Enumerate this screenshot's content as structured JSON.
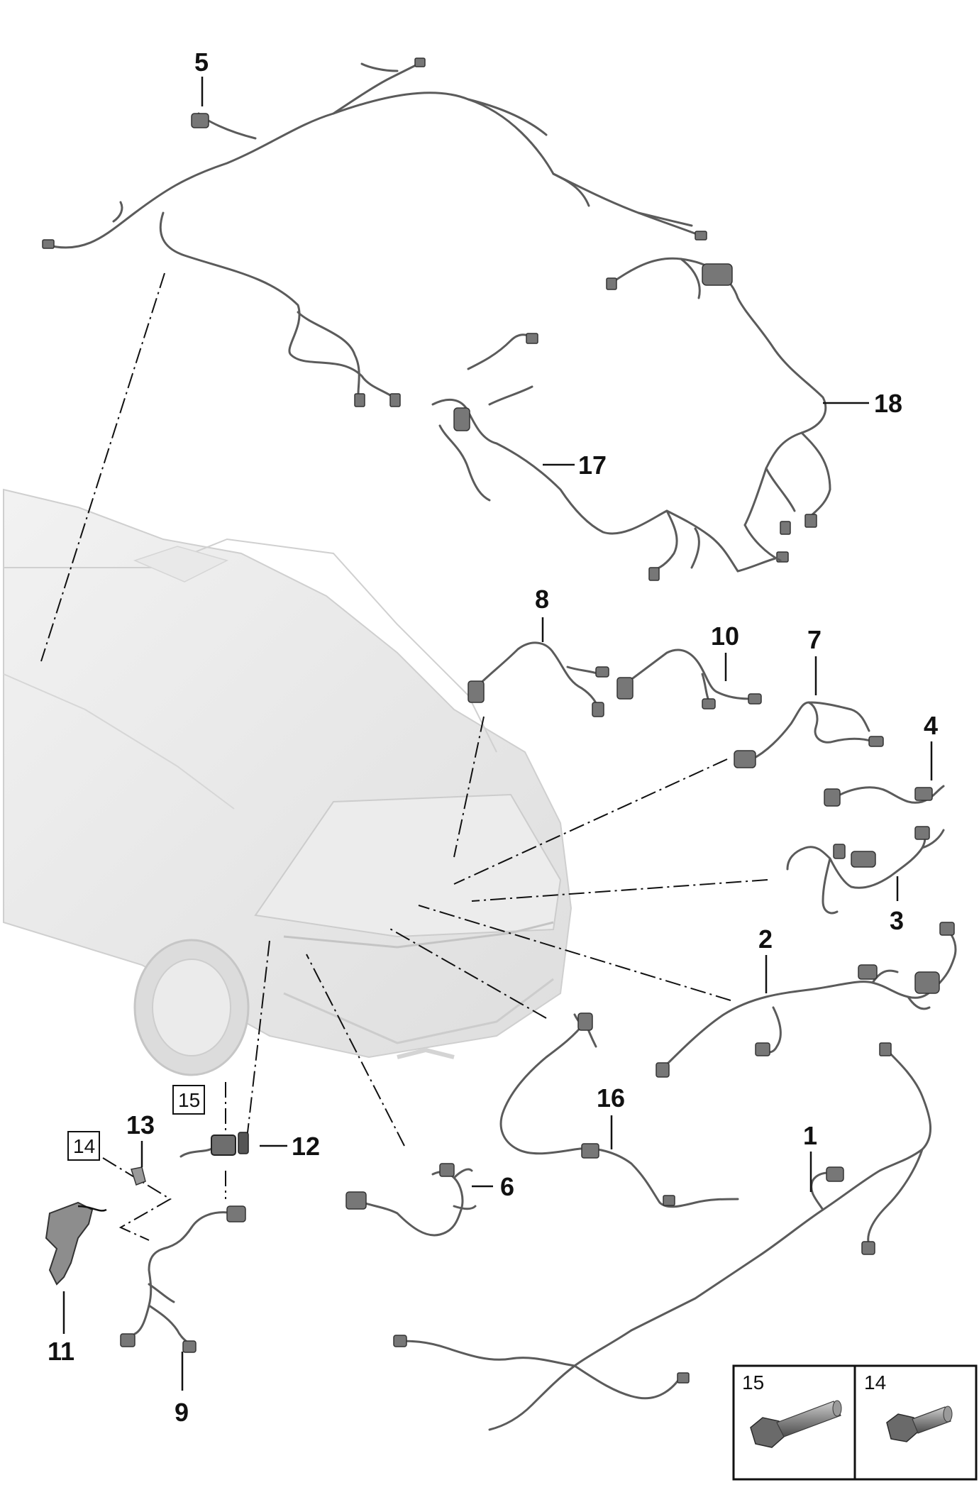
{
  "callouts": [
    {
      "id": "c1",
      "text": "1"
    },
    {
      "id": "c2",
      "text": "2"
    },
    {
      "id": "c3",
      "text": "3"
    },
    {
      "id": "c4",
      "text": "4"
    },
    {
      "id": "c5",
      "text": "5"
    },
    {
      "id": "c6",
      "text": "6"
    },
    {
      "id": "c7",
      "text": "7"
    },
    {
      "id": "c8",
      "text": "8"
    },
    {
      "id": "c9",
      "text": "9"
    },
    {
      "id": "c10",
      "text": "10"
    },
    {
      "id": "c11",
      "text": "11"
    },
    {
      "id": "c12",
      "text": "12"
    },
    {
      "id": "c13",
      "text": "13"
    },
    {
      "id": "c16",
      "text": "16"
    },
    {
      "id": "c17",
      "text": "17"
    },
    {
      "id": "c18",
      "text": "18"
    }
  ],
  "boxed_refs": {
    "ref15": "15",
    "ref14": "14"
  },
  "legend": {
    "bolt_long": "15",
    "bolt_short": "14"
  }
}
